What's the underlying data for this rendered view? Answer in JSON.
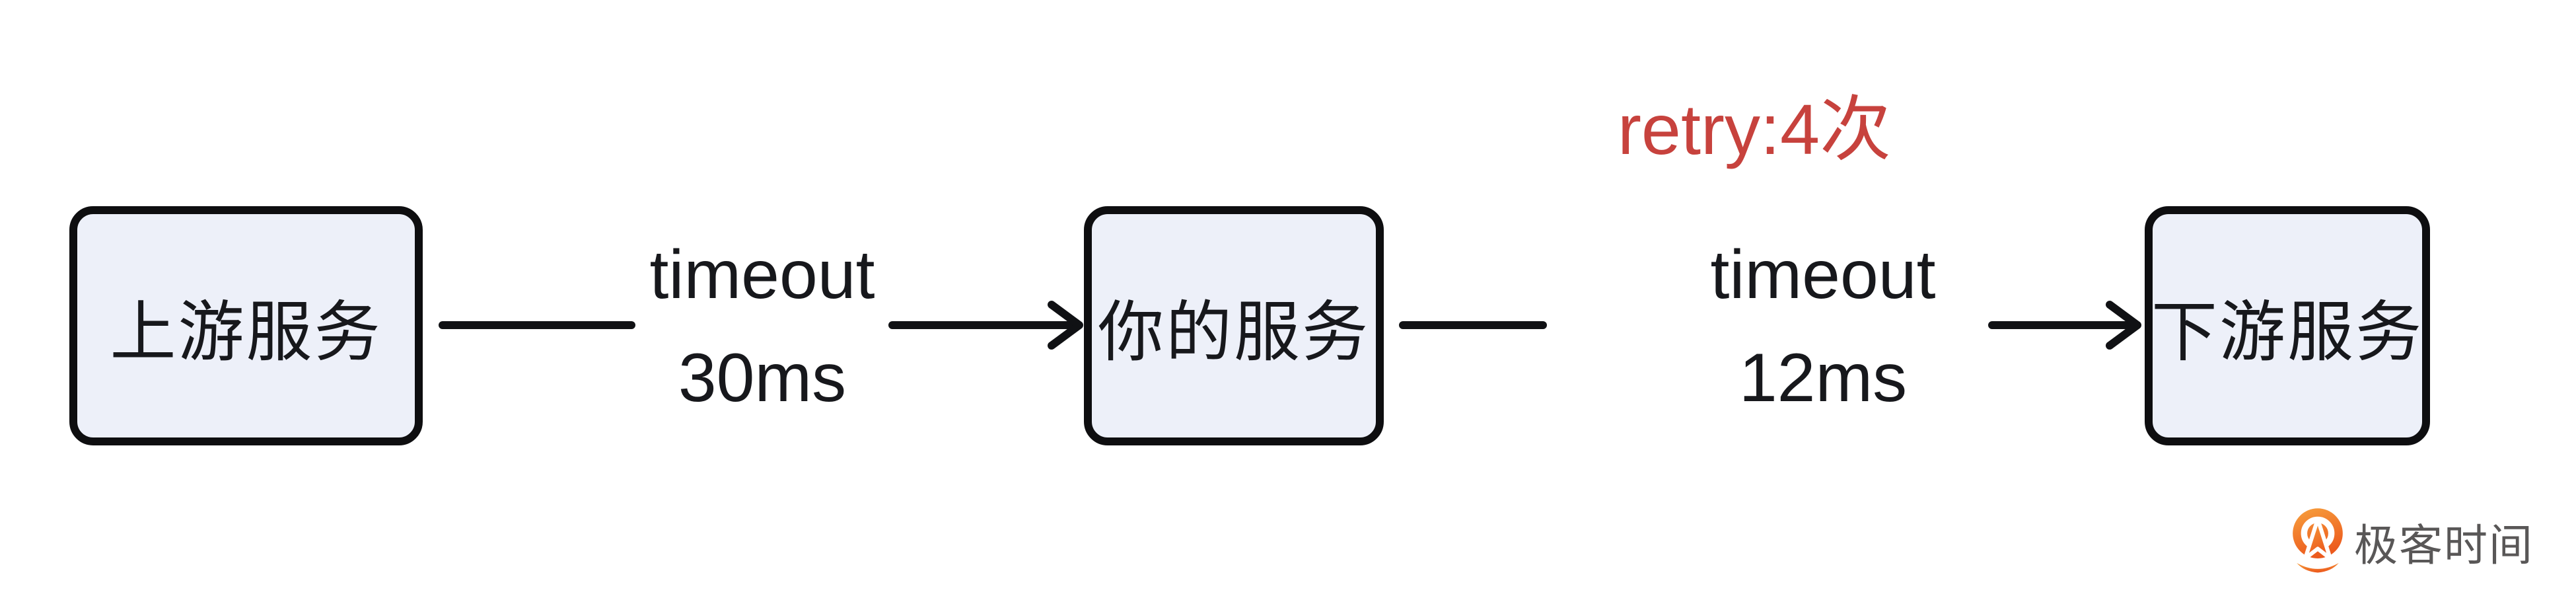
{
  "page": {
    "background": "#ffffff"
  },
  "diagram": {
    "nodes": [
      {
        "label": "上游服务"
      },
      {
        "label": "你的服务"
      },
      {
        "label": "下游服务"
      }
    ],
    "edges": [
      {
        "from": "上游服务",
        "to": "你的服务",
        "label_line1": "timeout",
        "label_line2": "30ms"
      },
      {
        "from": "你的服务",
        "to": "下游服务",
        "label_line1": "timeout",
        "label_line2": "12ms"
      }
    ],
    "annotation": {
      "text": "retry:4次",
      "position": "above-second-edge"
    },
    "colors": {
      "node_fill": "#edf0f9",
      "node_border": "#0e0e10",
      "node_text": "#17181c",
      "edge_line": "#101114",
      "edge_text": "#17181c",
      "annotation": "#c7423d"
    }
  },
  "branding": {
    "logo_text": "极客时间",
    "logo_text_color": "#595757",
    "logo_icon": "geektime-orange-q-icon",
    "icon_gradient_top": "#f7a13e",
    "icon_gradient_bottom": "#ec5a1d"
  }
}
